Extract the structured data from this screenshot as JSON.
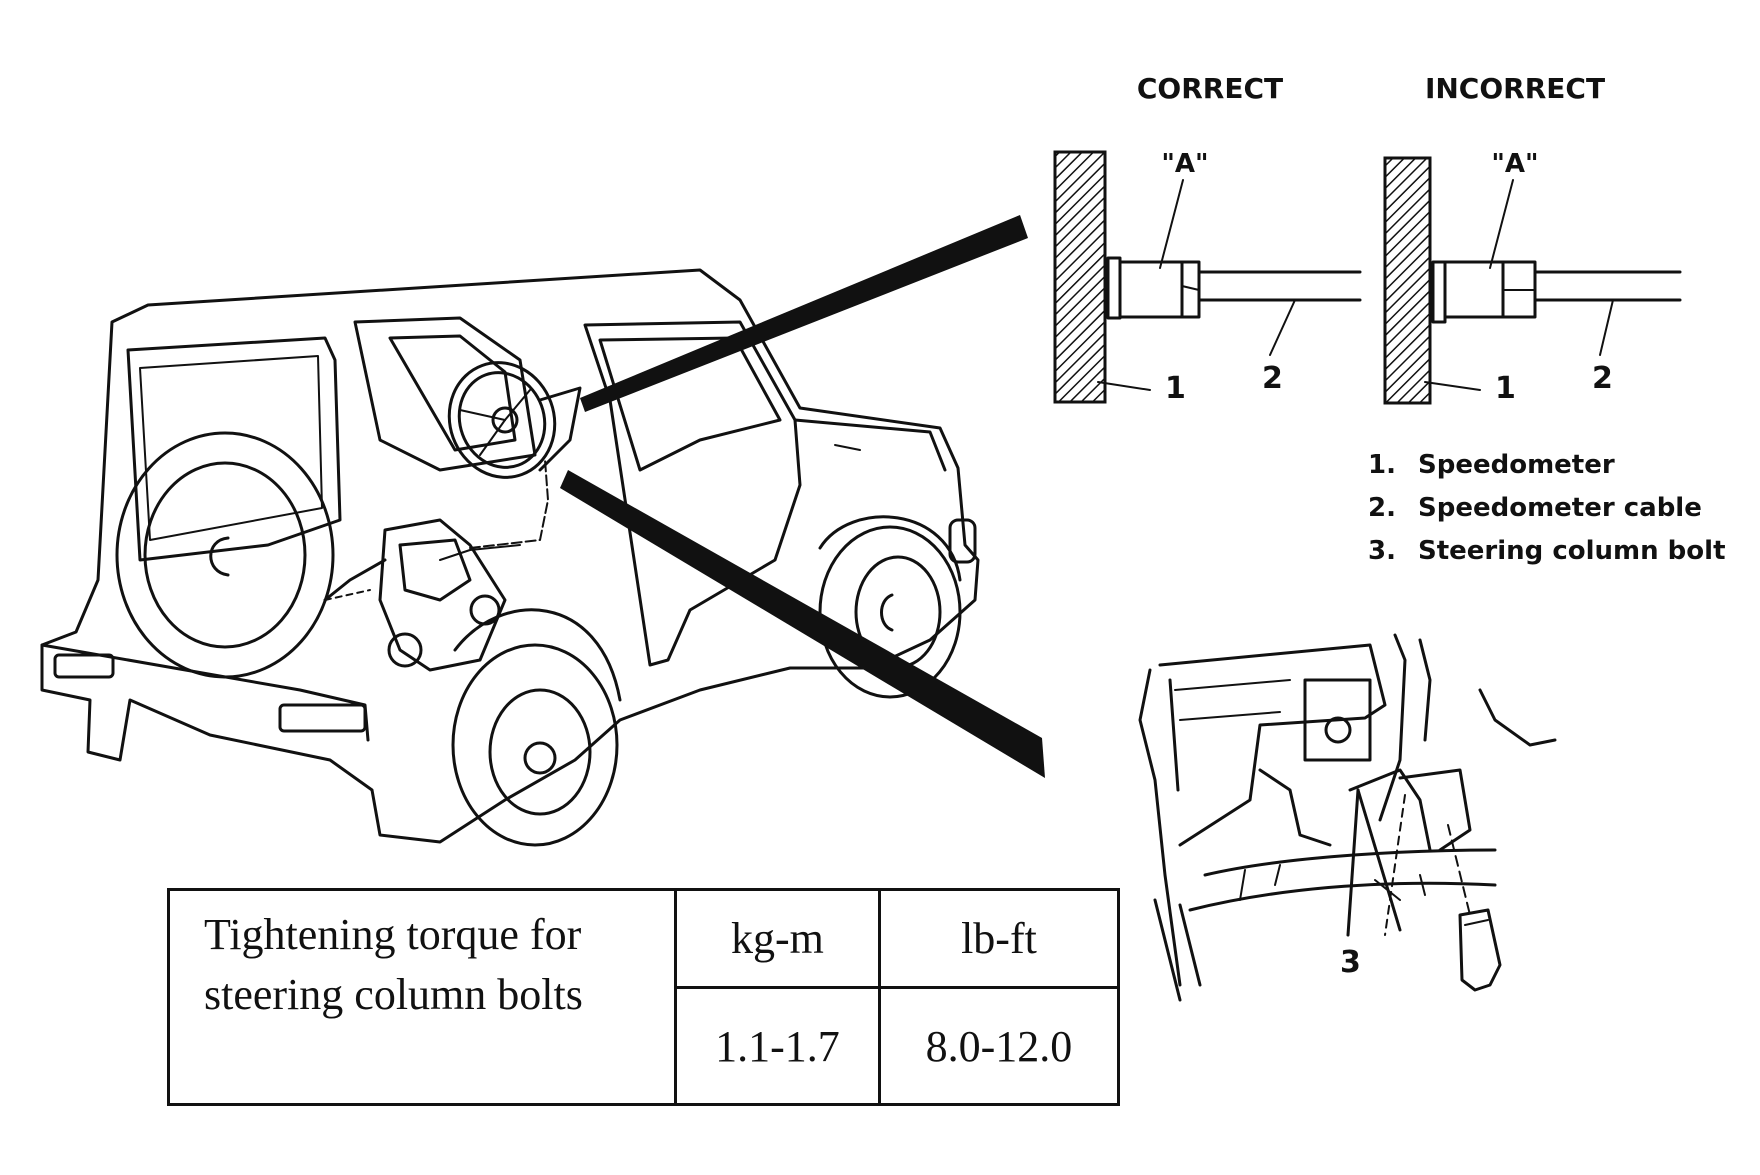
{
  "panels": {
    "correct": {
      "title": "CORRECT",
      "mark": "\"A\"",
      "callouts": [
        "1",
        "2"
      ]
    },
    "incorrect": {
      "title": "INCORRECT",
      "mark": "\"A\"",
      "callouts": [
        "1",
        "2"
      ]
    }
  },
  "legend": [
    {
      "num": "1.",
      "text": "Speedometer"
    },
    {
      "num": "2.",
      "text": "Speedometer cable"
    },
    {
      "num": "3.",
      "text": "Steering column bolt"
    }
  ],
  "detail": {
    "callout": "3"
  },
  "table": {
    "label": "Tightening torque for steering column bolts",
    "columns": [
      "kg-m",
      "lb-ft"
    ],
    "values": [
      "1.1-1.7",
      "8.0-12.0"
    ]
  },
  "icons": [
    "vehicle-drawing",
    "steering-wheel-icon",
    "speedometer-housing-icon",
    "bolt-icon"
  ]
}
